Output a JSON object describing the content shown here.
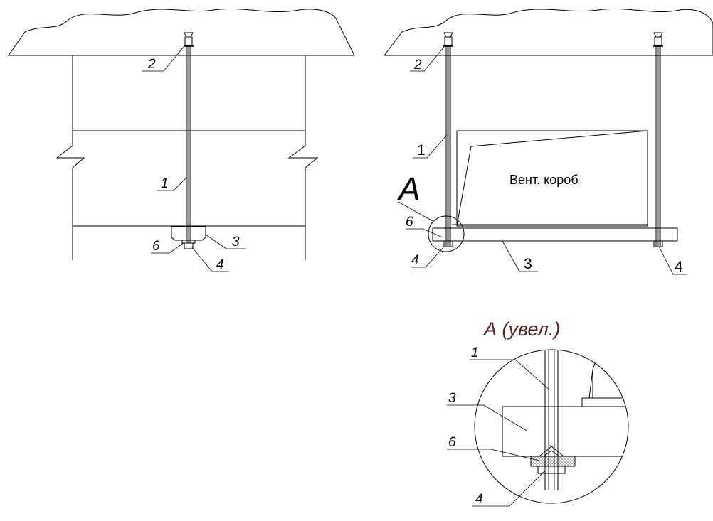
{
  "labels": {
    "left": {
      "rod": "1",
      "anchor": "2",
      "rail": "3",
      "nut": "4",
      "pad": "6"
    },
    "right": {
      "rod": "1",
      "anchor": "2",
      "rail": "3",
      "nut_left": "4",
      "nut_right": "4",
      "pad": "6"
    },
    "detail": {
      "rod": "1",
      "rail": "3",
      "pad": "6",
      "nut": "4"
    }
  },
  "view_marker": "A",
  "duct_caption": "Вент. короб",
  "detail_title": "А (увел.)"
}
